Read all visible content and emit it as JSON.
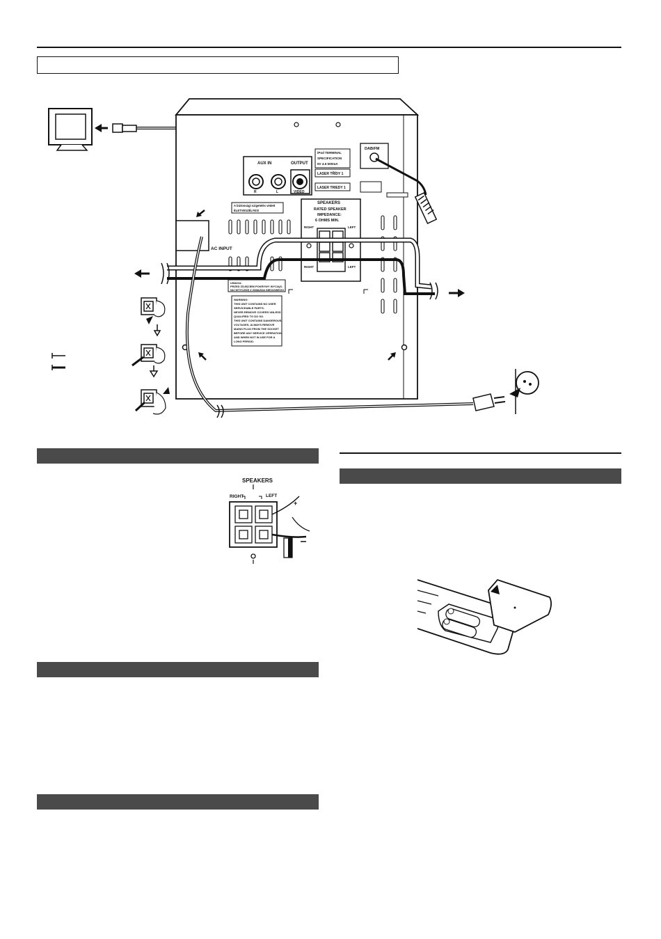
{
  "panel": {
    "aux_in": "AUX IN",
    "output": "OUTPUT",
    "video": "VIDEO",
    "r": "R",
    "l": "L",
    "dab_fm": "DAB/FM",
    "ipod_spec": [
      "iPod TERMINAL",
      "SPECIFICATION",
      "5V  4.5  500mA"
    ],
    "laser1": "LASER TŘÍDY 1",
    "laser2": "LASER TRIEDY 1",
    "hungarian": [
      "A biztonsági szigetelés védett",
      "ÉLETVESZÉLYES!"
    ],
    "speakers": "SPEAKERS",
    "rated": [
      "RATED SPEAKER",
      "IMPEDANCE:",
      "6 OHMS MIN."
    ],
    "right": "RIGHT",
    "left": "LEFT",
    "ac_input": "AC INPUT",
    "polish": [
      "UWAGA:",
      "PRZED ZDJĘCIEM POKRYWY WYCIĄG-",
      "NIJ WTYCZKĘ Z GNIAZDA SIECIOWEGO"
    ],
    "warning": [
      "WARNING:",
      "THIS UNIT CONTAINS NO USER",
      "SERVICEABLE PARTS.",
      "NEVER REMOVE COVERS UNLESS",
      "QUALIFIED TO DO SO.",
      "THIS UNIT CONTAINS DANGEROUS",
      "VOLTAGES, ALWAYS REMOVE",
      "MAINS PLUG FROM THE SOCKET",
      "BEFORE ANY SERVICE OPERATION",
      "AND WHEN NOT IN USE FOR A",
      "LONG PERIOD."
    ]
  },
  "closeup": {
    "speakers": "SPEAKERS",
    "right": "RIGHT",
    "left": "LEFT"
  }
}
